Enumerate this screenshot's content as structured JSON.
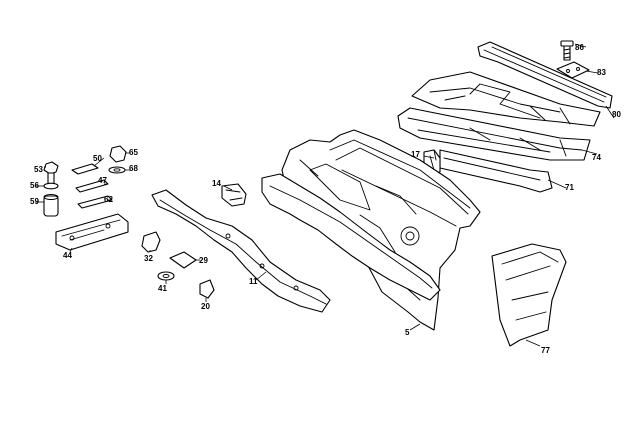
{
  "part_numbers": [
    {
      "id": "86",
      "text": "86"
    },
    {
      "id": "83",
      "text": "83"
    },
    {
      "id": "80",
      "text": "80"
    },
    {
      "id": "74",
      "text": "74"
    },
    {
      "id": "71",
      "text": "71"
    },
    {
      "id": "17",
      "text": "17"
    },
    {
      "id": "14",
      "text": "14"
    },
    {
      "id": "65",
      "text": "65"
    },
    {
      "id": "68",
      "text": "68"
    },
    {
      "id": "50",
      "text": "50"
    },
    {
      "id": "47",
      "text": "47"
    },
    {
      "id": "62",
      "text": "62"
    },
    {
      "id": "53",
      "text": "53"
    },
    {
      "id": "56",
      "text": "56"
    },
    {
      "id": "59",
      "text": "59"
    },
    {
      "id": "44",
      "text": "44"
    },
    {
      "id": "32",
      "text": "32"
    },
    {
      "id": "29",
      "text": "29"
    },
    {
      "id": "41",
      "text": "41"
    },
    {
      "id": "20",
      "text": "20"
    },
    {
      "id": "11",
      "text": "11"
    },
    {
      "id": "5",
      "text": "5"
    },
    {
      "id": "77",
      "text": "77"
    }
  ],
  "colors": {
    "line": "#000000",
    "background": "#ffffff"
  }
}
